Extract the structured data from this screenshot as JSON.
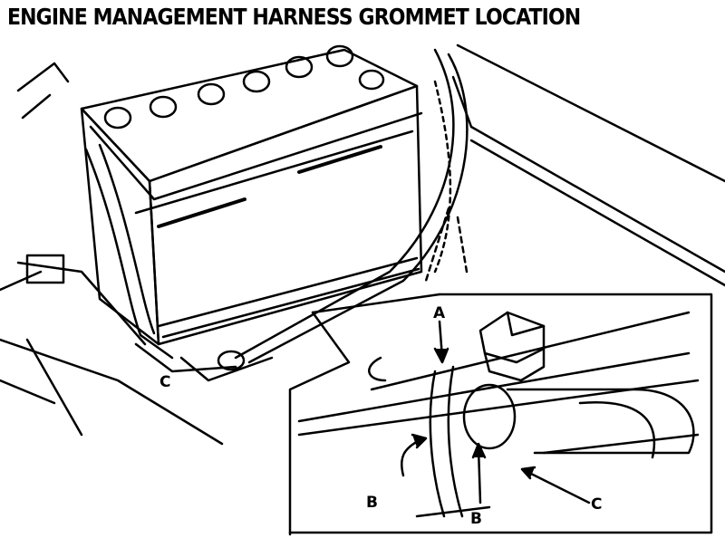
{
  "title": "ENGINE MANAGEMENT HARNESS GROMMET LOCATION",
  "callouts": {
    "main_c": "C",
    "inset_a": "A",
    "inset_b_left": "B",
    "inset_b_right": "B",
    "inset_c": "C"
  }
}
